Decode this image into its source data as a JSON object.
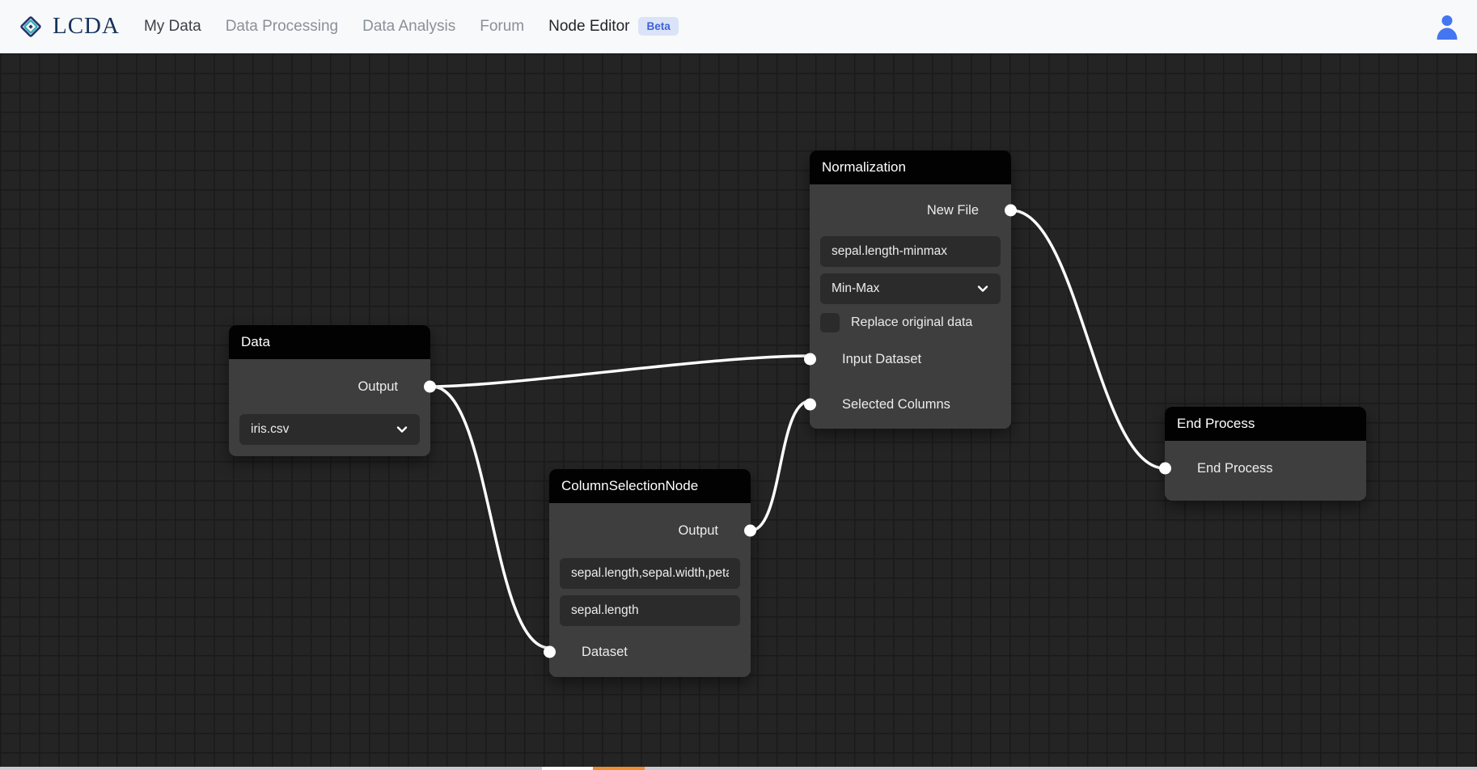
{
  "nav": {
    "brand": "LCDA",
    "items": [
      {
        "label": "My Data"
      },
      {
        "label": "Data Processing"
      },
      {
        "label": "Data Analysis"
      },
      {
        "label": "Forum"
      },
      {
        "label": "Node Editor"
      }
    ],
    "beta_badge": "Beta"
  },
  "icons": {
    "logo": "lcda-diamond-logo",
    "user": "user-avatar-icon",
    "chevron": "chevron-down-icon"
  },
  "colors": {
    "nav_bg": "#f8f9fa",
    "nav_active_text": "#22262b",
    "nav_inactive_text": "#8a9099",
    "beta_bg": "#dbe3f8",
    "beta_text": "#3d63d6",
    "logo_navy": "#16335b",
    "logo_teal": "#2fb0b5",
    "canvas_bg": "#242424",
    "grid_line": "#1a1a1a",
    "node_body": "#404040",
    "node_header": "#020202",
    "control_bg": "#2b2b2b",
    "wire": "#ffffff",
    "user_icon_blue": "#4476f1",
    "scroll_orange": "#ef8e2e"
  },
  "nodes": {
    "data": {
      "title": "Data",
      "output_label": "Output",
      "dataset_select": "iris.csv"
    },
    "normalization": {
      "title": "Normalization",
      "output_label": "New File",
      "filename_value": "sepal.length-minmax",
      "method_select": "Min-Max",
      "replace_label": "Replace original data",
      "replace_checked": false,
      "input1_label": "Input Dataset",
      "input2_label": "Selected Columns"
    },
    "column_selection": {
      "title": "ColumnSelectionNode",
      "output_label": "Output",
      "columns_value": "sepal.length,sepal.width,peta",
      "selected_value": "sepal.length",
      "input_label": "Dataset"
    },
    "end_process": {
      "title": "End Process",
      "input_label": "End Process"
    }
  },
  "connections": [
    {
      "from": "Data.Output",
      "to": "Normalization.Input Dataset"
    },
    {
      "from": "Data.Output",
      "to": "ColumnSelectionNode.Dataset"
    },
    {
      "from": "ColumnSelectionNode.Output",
      "to": "Normalization.Selected Columns"
    },
    {
      "from": "Normalization.New File",
      "to": "End Process.End Process"
    }
  ]
}
